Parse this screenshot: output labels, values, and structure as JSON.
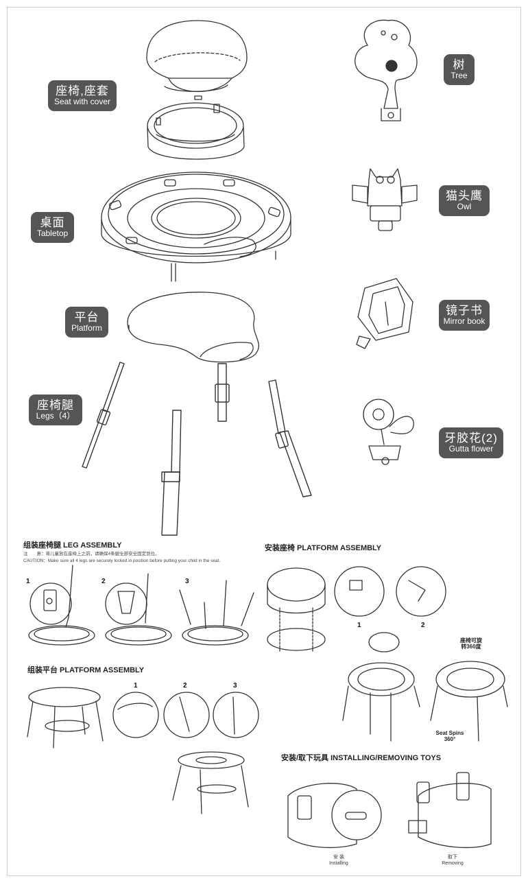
{
  "parts": {
    "seat": {
      "zh": "座椅,座套",
      "en": "Seat with cover"
    },
    "tabletop": {
      "zh": "桌面",
      "en": "Tabletop"
    },
    "platform": {
      "zh": "平台",
      "en": "Platform"
    },
    "legs": {
      "zh": "座椅腿",
      "en": "Legs（4）"
    },
    "tree": {
      "zh": "树",
      "en": "Tree"
    },
    "owl": {
      "zh": "猫头鹰",
      "en": "Owl"
    },
    "mirror_book": {
      "zh": "镜子书",
      "en": "Mirror book"
    },
    "gutta_flower": {
      "zh": "牙胶花(2)",
      "en": "Gutta flower"
    }
  },
  "leg_assembly": {
    "title": "组装座椅腿 LEG ASSEMBLY",
    "note_zh": "注　　意：将儿童放在座椅上之前，请确保4条腿全部安全固定到位。",
    "note_en": "CAUTION：Make sure all 4 legs are securely locked in position before putting your child in the seat.",
    "steps": [
      "1",
      "2",
      "3"
    ]
  },
  "seat_assembly": {
    "title": "安装座椅 PLATFORM ASSEMBLY",
    "steps": [
      "1",
      "2"
    ],
    "rotate_zh": "座椅可旋\n转360度",
    "spins_en": "Seat Spins\n360°"
  },
  "platform_assembly": {
    "title": "组装平台 PLATFORM ASSEMBLY",
    "steps": [
      "1",
      "2",
      "3"
    ]
  },
  "toys": {
    "title": "安装/取下玩具 INSTALLING/REMOVING TOYS",
    "install_zh": "安 装",
    "install_en": "Installing",
    "remove_zh": "取下",
    "remove_en": "Removing"
  }
}
